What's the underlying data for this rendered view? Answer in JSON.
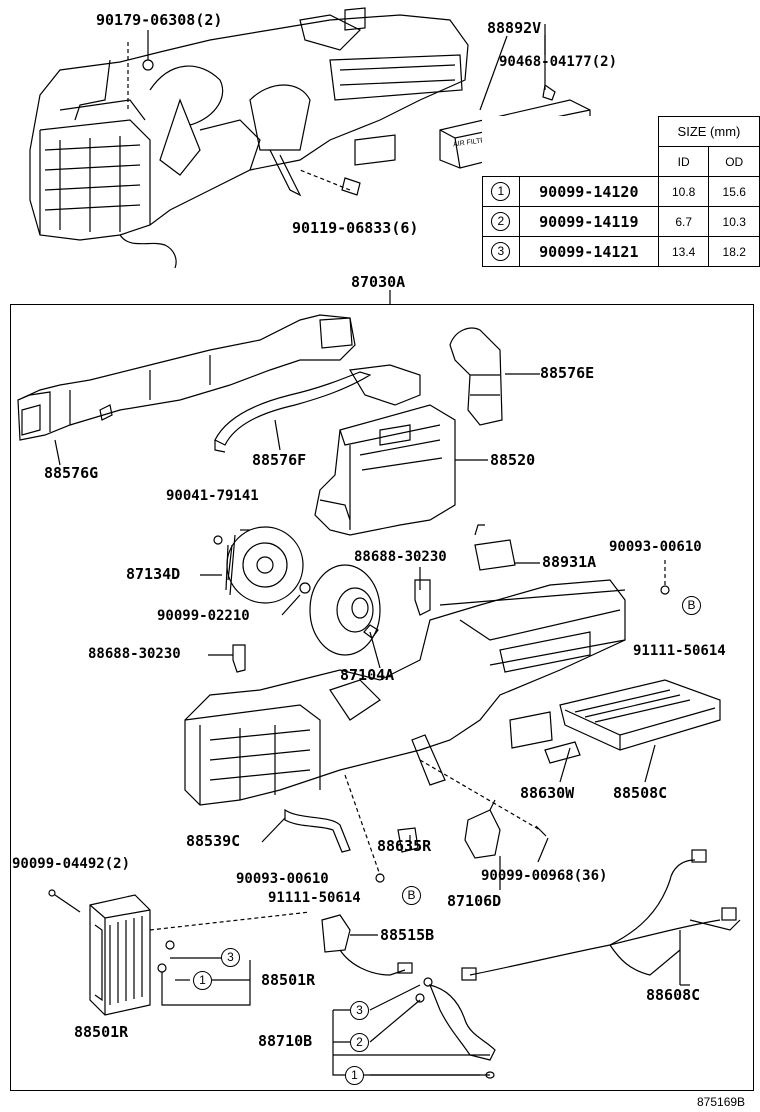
{
  "top_labels": {
    "p90179": "90179-06308(2)",
    "p88892v": "88892V",
    "p90468": "90468-04177(2)",
    "p90119": "90119-06833(6)",
    "p87030a": "87030A"
  },
  "size_table": {
    "header": "SIZE (mm)",
    "col_id": "ID",
    "col_od": "OD",
    "rows": [
      {
        "no": "1",
        "part": "90099-14120",
        "id": "10.8",
        "od": "15.6"
      },
      {
        "no": "2",
        "part": "90099-14119",
        "id": "6.7",
        "od": "10.3"
      },
      {
        "no": "3",
        "part": "90099-14121",
        "id": "13.4",
        "od": "18.2"
      }
    ]
  },
  "filter_text": "AIR FILTER",
  "parts": {
    "p88576e": "88576E",
    "p88576g": "88576G",
    "p88576f": "88576F",
    "p88520": "88520",
    "p90041": "90041-79141",
    "p88688a": "88688-30230",
    "p88931a": "88931A",
    "p90093a": "90093-00610",
    "p87134d": "87134D",
    "p90099_02210": "90099-02210",
    "p91111a": "91111-50614",
    "p88688b": "88688-30230",
    "p87104a": "87104A",
    "p88630w": "88630W",
    "p88508c": "88508C",
    "p88539c": "88539C",
    "p88635r": "88635R",
    "p90099_04492": "90099-04492(2)",
    "p90093b": "90093-00610",
    "p90099_00968": "90099-00968(36)",
    "p91111b": "91111-50614",
    "p87106d": "87106D",
    "p88515b": "88515B",
    "p88501r_a": "88501R",
    "p88608c": "88608C",
    "p88501r_b": "88501R",
    "p88710b": "88710B"
  },
  "markers": {
    "one": "1",
    "two": "2",
    "three": "3",
    "b": "B"
  },
  "ref_code": "875169B"
}
